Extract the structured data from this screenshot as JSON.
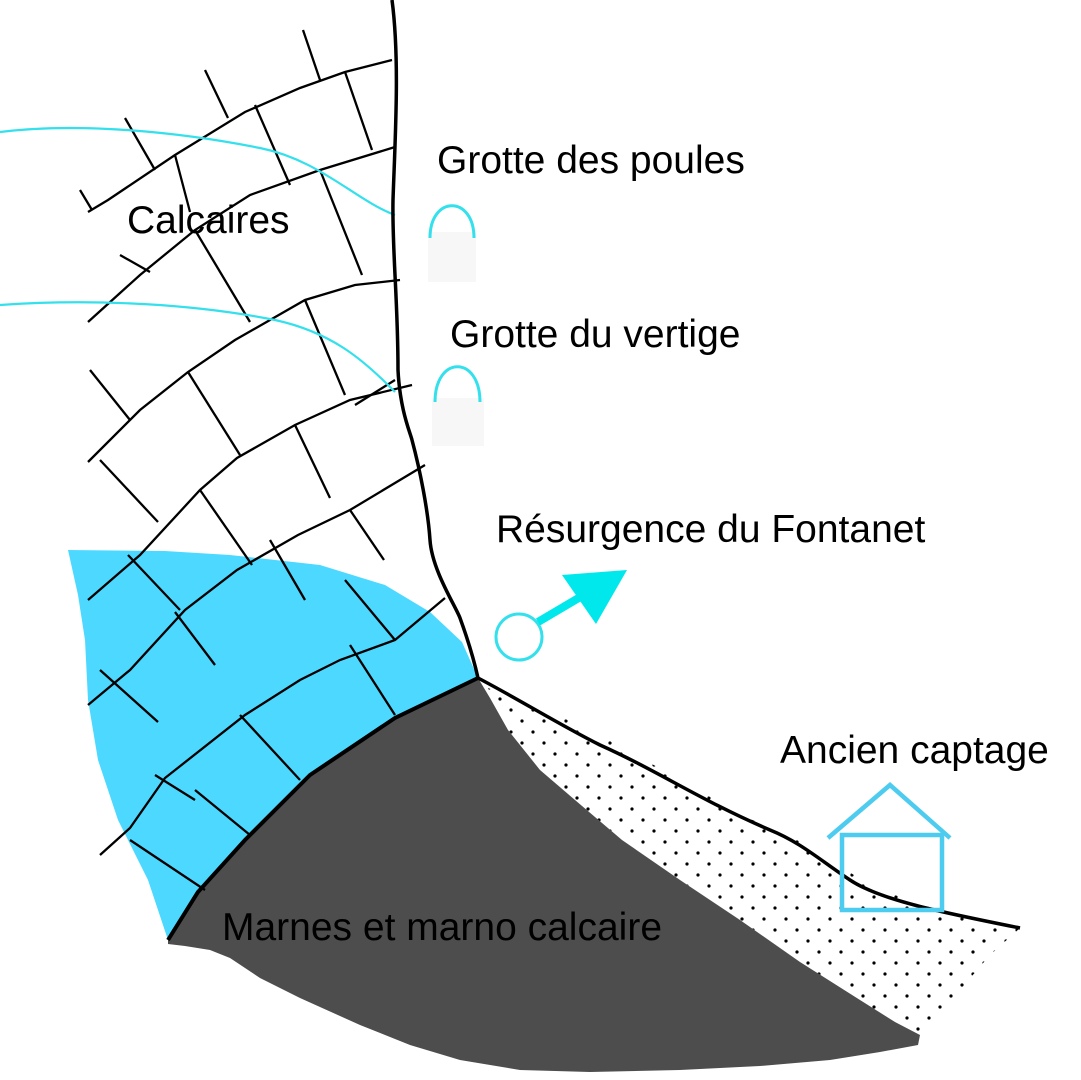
{
  "labels": {
    "limestone": "Calcaires",
    "cave_1": "Grotte des poules",
    "cave_2": "Grotte du vertige",
    "spring": "Résurgence du Fontanet",
    "old_catchment": "Ancien captage",
    "marls": "Marnes et marno calcaire"
  },
  "colors": {
    "water": "#4dd9ff",
    "water_line": "#33e0ec",
    "arrow": "#00e8ec",
    "marl": "#4d4d4d",
    "house": "#4dccf0",
    "ink": "#000000"
  },
  "icons": {
    "cave_1": "cave-entrance-icon",
    "cave_2": "cave-entrance-icon",
    "spring": "spring-outlet-icon",
    "old_catchment": "house-icon"
  }
}
